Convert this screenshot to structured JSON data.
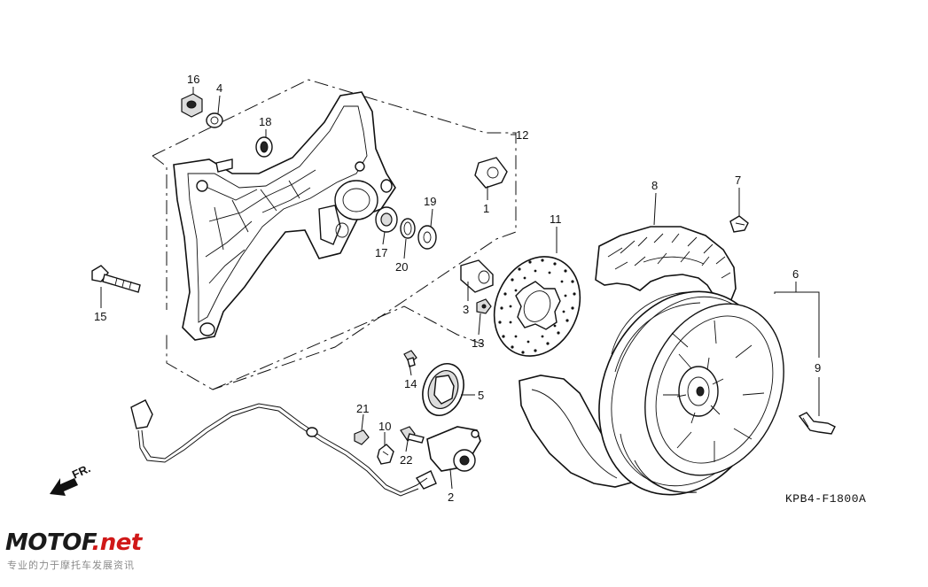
{
  "diagram": {
    "drawing_code": "KPB4-F1800A",
    "front_arrow_label": "FR.",
    "watermark": {
      "brand_main": "MOTOF",
      "brand_dot": ".net",
      "tagline": "专业的力于摩托车发展资讯"
    },
    "callouts": {
      "p1": "1",
      "p2": "2",
      "p3": "3",
      "p4": "4",
      "p5": "5",
      "p6": "6",
      "p7": "7",
      "p8": "8",
      "p9": "9",
      "p10": "10",
      "p11": "11",
      "p12": "12",
      "p13": "13",
      "p14": "14",
      "p15": "15",
      "p16": "16",
      "p17": "17",
      "p18": "18",
      "p19": "19",
      "p20": "20",
      "p21": "21",
      "p22": "22"
    }
  }
}
